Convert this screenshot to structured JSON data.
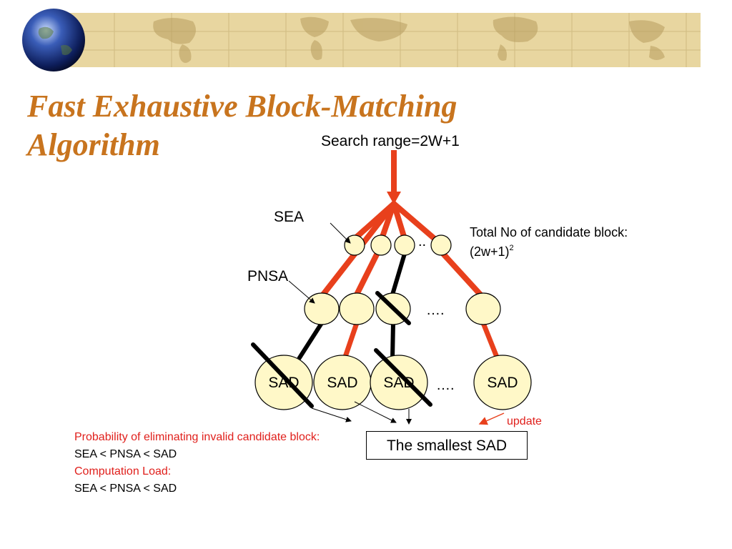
{
  "title": "Fast Exhaustive Block-Matching Algorithm",
  "search_range_label": "Search range=2W+1",
  "level_labels": {
    "sea": "SEA",
    "pnsa": "PNSA"
  },
  "candidate_total": {
    "line1": "Total No of candidate block:",
    "line2_base": "(2w+1)",
    "line2_exp": "2"
  },
  "sea_ellipsis": "..",
  "pnsa_ellipsis": "….",
  "sad_ellipsis": "….",
  "sad_nodes": [
    "SAD",
    "SAD",
    "SAD",
    "SAD"
  ],
  "update_label": "update",
  "result_label": "The smallest SAD",
  "notes": {
    "probability_heading": "Probability of eliminating invalid candidate block:",
    "probability_order": "SEA < PNSA < SAD",
    "load_heading": "Computation Load:",
    "load_order": "SEA < PNSA < SAD"
  },
  "colors": {
    "title": "#c8741e",
    "arrow_red": "#e8401c",
    "node_fill": "#fff8c8",
    "note_red": "#e0201c",
    "banner": "#e8d6a0"
  },
  "icons": [
    "globe-icon",
    "world-map-banner"
  ]
}
